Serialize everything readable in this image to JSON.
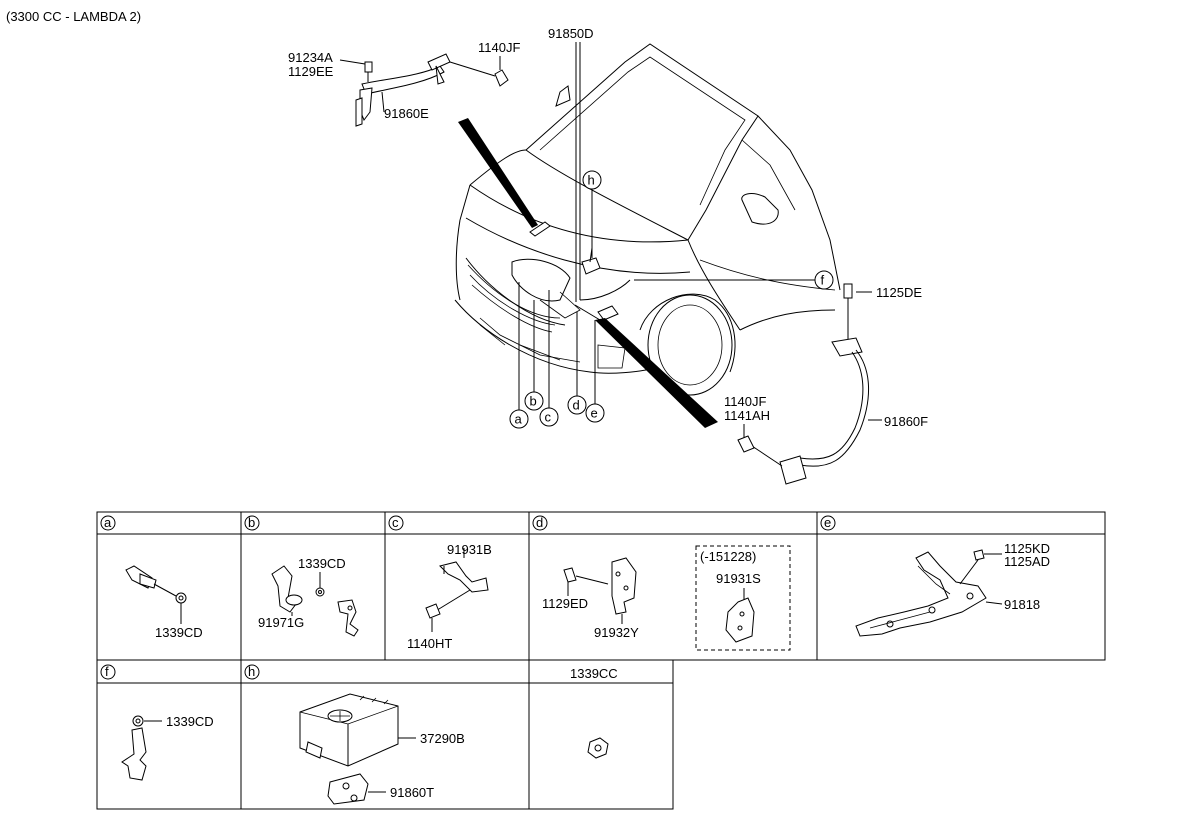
{
  "header": {
    "engine_note": "(3300 CC - LAMBDA 2)"
  },
  "main_labels": {
    "p91234A": "91234A",
    "p1129EE": "1129EE",
    "p1140JF_top": "1140JF",
    "p91860E": "91860E",
    "p91850D": "91850D",
    "p1125DE": "1125DE",
    "p1140JF_bot": "1140JF",
    "p1141AH": "1141AH",
    "p91860F": "91860F"
  },
  "callouts": {
    "a": "a",
    "b": "b",
    "c": "c",
    "d": "d",
    "e": "e",
    "f": "f",
    "h": "h"
  },
  "panels": {
    "a": {
      "letter": "a",
      "parts": [
        "1339CD"
      ]
    },
    "b": {
      "letter": "b",
      "parts": [
        "1339CD",
        "91971G"
      ]
    },
    "c": {
      "letter": "c",
      "parts": [
        "91931B",
        "1140HT"
      ]
    },
    "d": {
      "letter": "d",
      "parts": [
        "1129ED",
        "91932Y"
      ],
      "inset_note": "(-151228)",
      "inset_part": "91931S"
    },
    "e": {
      "letter": "e",
      "parts": [
        "1125KD",
        "1125AD",
        "91818"
      ]
    },
    "f": {
      "letter": "f",
      "parts": [
        "1339CD"
      ]
    },
    "h": {
      "letter": "h",
      "parts": [
        "37290B",
        "91860T"
      ]
    },
    "cc": {
      "title": "1339CC"
    }
  }
}
